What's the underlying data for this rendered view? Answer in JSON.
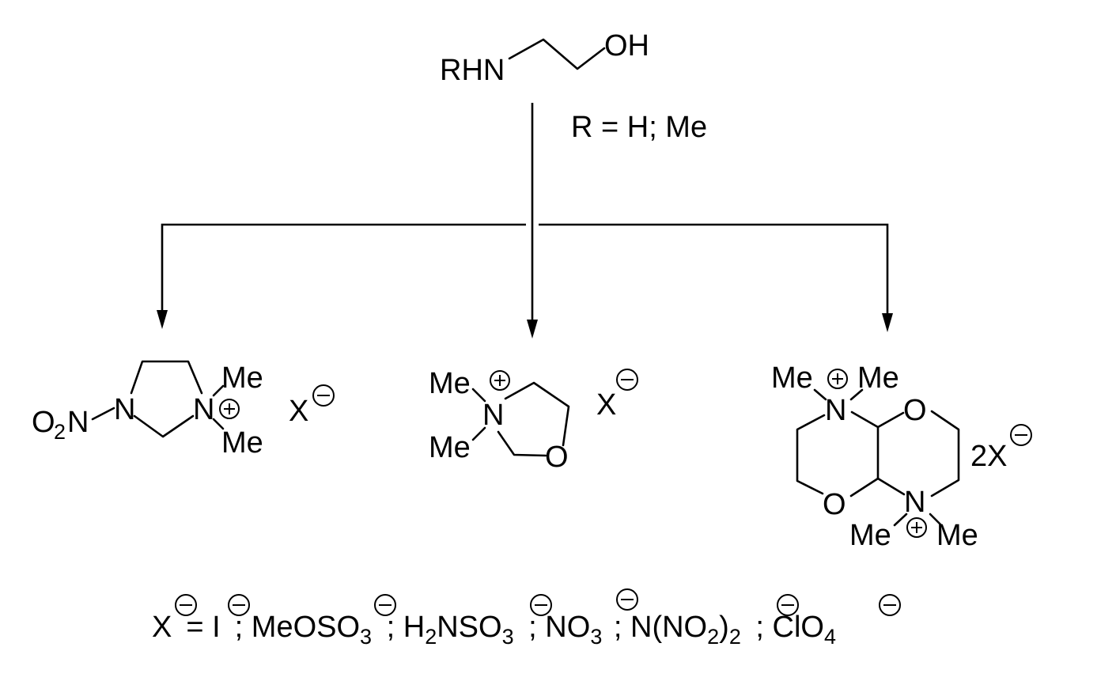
{
  "reactant": {
    "left_label": "RHN",
    "right_label": "OH",
    "condition": "R = H; Me"
  },
  "product_left": {
    "nitro_O2": "O",
    "nitro_O2_sub": "2",
    "nitro_N": "N",
    "ring_N1": "N",
    "ring_N2": "N",
    "me_top": "Me",
    "me_bottom": "Me",
    "anion": "X"
  },
  "product_middle": {
    "me_top": "Me",
    "me_bottom": "Me",
    "ring_N": "N",
    "ring_O": "O",
    "anion": "X"
  },
  "product_right": {
    "me_tl": "Me",
    "me_tr": "Me",
    "me_bl": "Me",
    "me_br": "Me",
    "ring_N_top": "N",
    "ring_N_bottom": "N",
    "ring_O_top": "O",
    "ring_O_bottom": "O",
    "anion": "2X"
  },
  "anion_list": {
    "x": "X",
    "eq": "= I",
    "sep1": "; MeOSO",
    "sub3a": "3",
    "sep2": " ; H",
    "h_sub": "2",
    "nso": "NSO",
    "sub3b": "3",
    "sep3": " ; NO",
    "sub3c": "3",
    "sep4": "  ; N(NO",
    "no2_sub": "2",
    "paren": ")",
    "paren_sub": "2",
    "sep5": " ; ClO",
    "sub4": "4"
  }
}
